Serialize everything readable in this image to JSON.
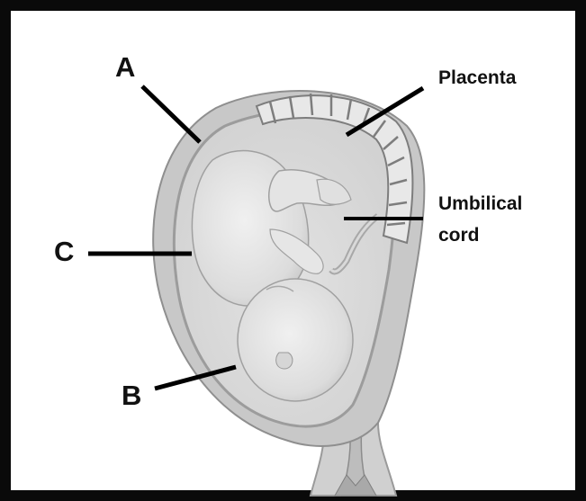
{
  "labels": {
    "a": "A",
    "b": "B",
    "c": "C",
    "placenta": "Placenta",
    "umbilical_line1": "Umbilical",
    "umbilical_line2": "cord"
  },
  "colors": {
    "frame": "#0a0a0a",
    "uterus_wall": "#c9c9c9",
    "amniotic_fluid": "#d6d6d6",
    "fetus": "#e6e6e6",
    "leader_line": "#000000"
  }
}
